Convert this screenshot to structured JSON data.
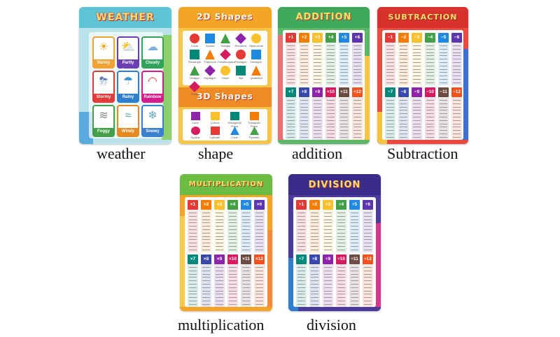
{
  "captions": {
    "weather": "weather",
    "shape": "shape",
    "addition": "addition",
    "subtraction": "Subtraction",
    "multiplication": "multiplication",
    "division": "division"
  },
  "posters": {
    "weather": {
      "title": "WEATHER",
      "cards": [
        {
          "label": "Sunny",
          "icon": "sun-icon"
        },
        {
          "label": "Partly Sunny",
          "icon": "partly-sunny-icon"
        },
        {
          "label": "Cloudy",
          "icon": "cloud-icon"
        },
        {
          "label": "Stormy",
          "icon": "storm-icon"
        },
        {
          "label": "Rainy",
          "icon": "rain-icon"
        },
        {
          "label": "Rainbow",
          "icon": "rainbow-icon"
        },
        {
          "label": "Foggy",
          "icon": "fog-icon"
        },
        {
          "label": "Windy",
          "icon": "wind-icon"
        },
        {
          "label": "Snowy",
          "icon": "snow-icon"
        }
      ]
    },
    "shapes": {
      "title_2d": "2D Shapes",
      "title_3d": "3D Shapes",
      "shapes_2d": [
        "Circle",
        "Square",
        "Triangle",
        "Rhombus",
        "Semi-circle",
        "Rectangle",
        "Trapezoid",
        "Parallelogram",
        "Pentagon",
        "Hexagon",
        "Octagon",
        "Heptagon",
        "Heart",
        "Star",
        "Quatrefoil",
        "Cross"
      ],
      "shapes_3d": [
        "Cube",
        "Cuboid",
        "Hexagonal Prism",
        "Triangular Prism",
        "Sphere",
        "Cylinder",
        "Cone",
        "Pyramid"
      ]
    },
    "addition": {
      "title": "ADDITION",
      "headers_top": [
        "+1",
        "+2",
        "+3",
        "+4",
        "+5",
        "+6"
      ],
      "headers_bottom": [
        "+7",
        "+8",
        "+9",
        "+10",
        "+11",
        "+12"
      ]
    },
    "subtraction": {
      "title": "SUBTRACTION",
      "headers_top": [
        "−1",
        "−2",
        "−3",
        "−4",
        "−5",
        "−6"
      ],
      "headers_bottom": [
        "−7",
        "−8",
        "−9",
        "−10",
        "−11",
        "−12"
      ]
    },
    "multiplication": {
      "title": "MULTIPLICATION",
      "headers_top": [
        "×1",
        "×2",
        "×3",
        "×4",
        "×5",
        "×6"
      ],
      "headers_bottom": [
        "×7",
        "×8",
        "×9",
        "×10",
        "×11",
        "×12"
      ]
    },
    "division": {
      "title": "DIVISION",
      "headers_top": [
        "÷1",
        "÷2",
        "÷3",
        "÷4",
        "÷5",
        "÷6"
      ],
      "headers_bottom": [
        "÷7",
        "÷8",
        "÷9",
        "÷10",
        "÷11",
        "÷12"
      ]
    }
  },
  "colors": {
    "header_palette": [
      "#e53935",
      "#f57c00",
      "#fbc02d",
      "#43a047",
      "#1e88e5",
      "#5e35b1"
    ],
    "header_palette_bottom": [
      "#00897b",
      "#3949ab",
      "#8e24aa",
      "#d81b60",
      "#6d4c41",
      "#f4511e"
    ],
    "weather_bg": "#9fd6e0",
    "shapes_bg": "#f5b82e",
    "addition_bg": "#58b86a",
    "subtraction_bg": "#e8423a",
    "multiplication_bg": "#7cc243",
    "division_bg": "#4b3a9e"
  }
}
